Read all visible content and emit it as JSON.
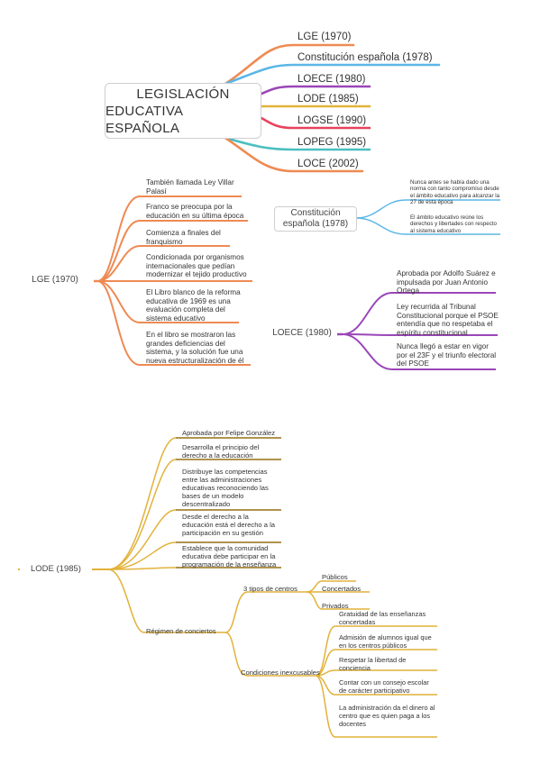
{
  "central": {
    "line1": "LEGISLACIÓN",
    "line2": "EDUCATIVA ESPAÑOLA"
  },
  "branches": [
    "LGE (1970)",
    "Constitución española (1978)",
    "LOECE (1980)",
    "LODE (1985)",
    "LOGSE (1990)",
    "LOPEG (1995)",
    "LOCE (2002)"
  ],
  "colors": {
    "orange": "#ee8a53",
    "blue": "#5bb6e6",
    "purple": "#9b46b8",
    "gold": "#e2b23a",
    "red": "#e8425e",
    "teal": "#4cbfc0",
    "lode_brown": "#8a6a1f"
  },
  "lge": {
    "title": "LGE (1970)",
    "items": [
      "También llamada Ley Villar Palasí",
      "Franco se preocupa por la educación en su última época",
      "Comienza a finales del franquismo",
      "Condicionada por organismos internacionales que pedían modernizar el tejido productivo",
      "El Libro blanco de la reforma educativa de 1969 es una evaluación completa del sistema educativo",
      "En el libro se mostraron las grandes deficiencias del sistema, y la solución fue una nueva estructuralización de él"
    ]
  },
  "constitucion": {
    "title": "Constitución española (1978)",
    "items": [
      "Nunca antes se había dado una norma con tanto compromiso desde el ámbito educativo para alcanzar la 27 de esta época",
      "El ámbito educativo reúne los derechos y libertades con respecto al sistema educativo"
    ]
  },
  "loece": {
    "title": "LOECE (1980)",
    "items": [
      "Aprobada por Adolfo Suárez e impulsada por Juan Antonio Ortega",
      "Ley recurrida al Tribunal Constitucional porque el PSOE entendía que no respetaba el espíritu constitucional",
      "Nunca llegó a estar en vigor por el 23F y el triunfo electoral del PSOE"
    ]
  },
  "lode": {
    "title": "LODE (1985)",
    "items": [
      "Aprobada por Felipe González",
      "Desarrolla el principio del derecho a la educación",
      "Distribuye las competencias entre las administraciones educativas reconociendo las bases de un modelo descentralizado",
      "Desde el derecho a la educación está el derecho a la participación en su gestión",
      "Establece que la comunidad educativa debe participar en la programación de la enseñanza"
    ],
    "regimen": "Régimen de conciertos",
    "tipos": {
      "label": "3 tipos de centros",
      "items": [
        "Públicos",
        "Concertados",
        "Privados"
      ]
    },
    "condiciones": {
      "label": "Condiciones inexcusables",
      "items": [
        "Gratuidad de las enseñanzas concertadas",
        "Admisión de alumnos igual que en los centros públicos",
        "Respetar la libertad de conciencia",
        "Contar con un consejo escolar de carácter participativo",
        "La administración da el dinero al centro que es quien paga a los docentes"
      ]
    }
  }
}
